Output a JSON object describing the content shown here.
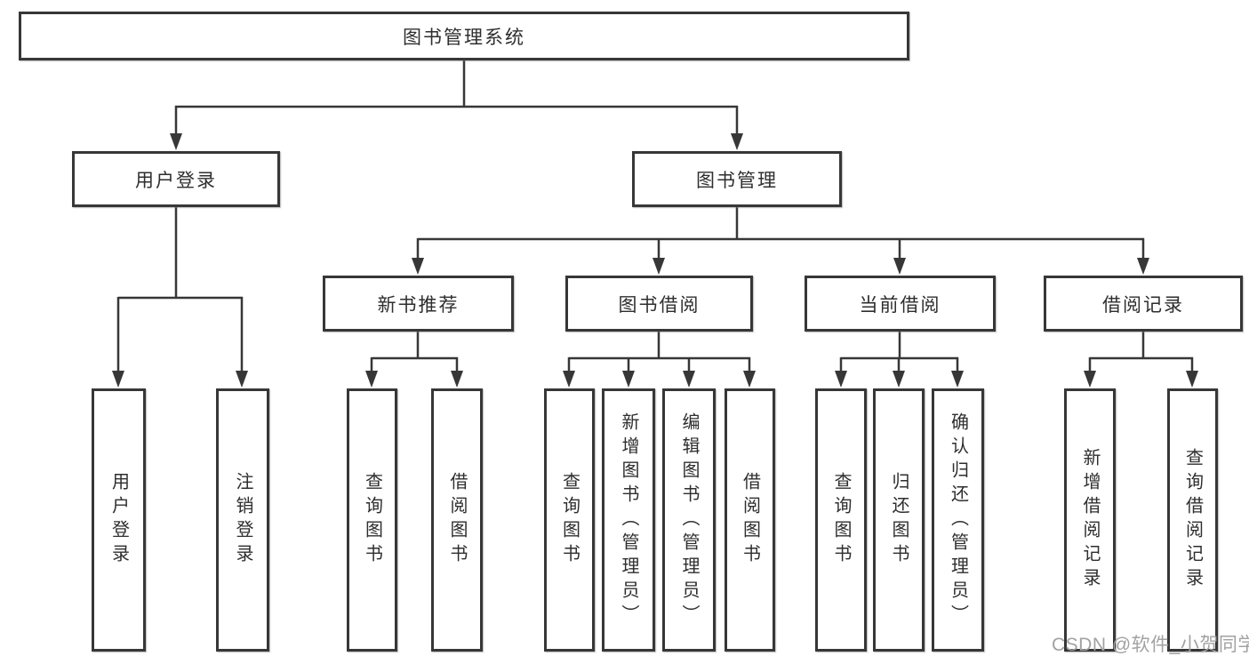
{
  "tree": {
    "label": "图书管理系统",
    "children": [
      {
        "label": "用户登录",
        "children": [
          {
            "label": "用户登录"
          },
          {
            "label": "注销登录"
          }
        ]
      },
      {
        "label": "图书管理",
        "children": [
          {
            "label": "新书推荐",
            "children": [
              {
                "label": "查询图书"
              },
              {
                "label": "借阅图书"
              }
            ]
          },
          {
            "label": "图书借阅",
            "children": [
              {
                "label": "查询图书"
              },
              {
                "label": "新增图书（管理员）"
              },
              {
                "label": "编辑图书（管理员）"
              },
              {
                "label": "借阅图书"
              }
            ]
          },
          {
            "label": "当前借阅",
            "children": [
              {
                "label": "查询图书"
              },
              {
                "label": "归还图书"
              },
              {
                "label": "确认归还（管理员）"
              }
            ]
          },
          {
            "label": "借阅记录",
            "children": [
              {
                "label": "新增借阅记录"
              },
              {
                "label": "查询借阅记录"
              }
            ]
          }
        ]
      }
    ]
  },
  "watermark": {
    "text": "CSDN @软件_小贺同学"
  },
  "colors": {
    "line": "#373737",
    "text": "#2e2e2e",
    "box_background": "#ffffff",
    "watermark": "#a2a2a2"
  }
}
